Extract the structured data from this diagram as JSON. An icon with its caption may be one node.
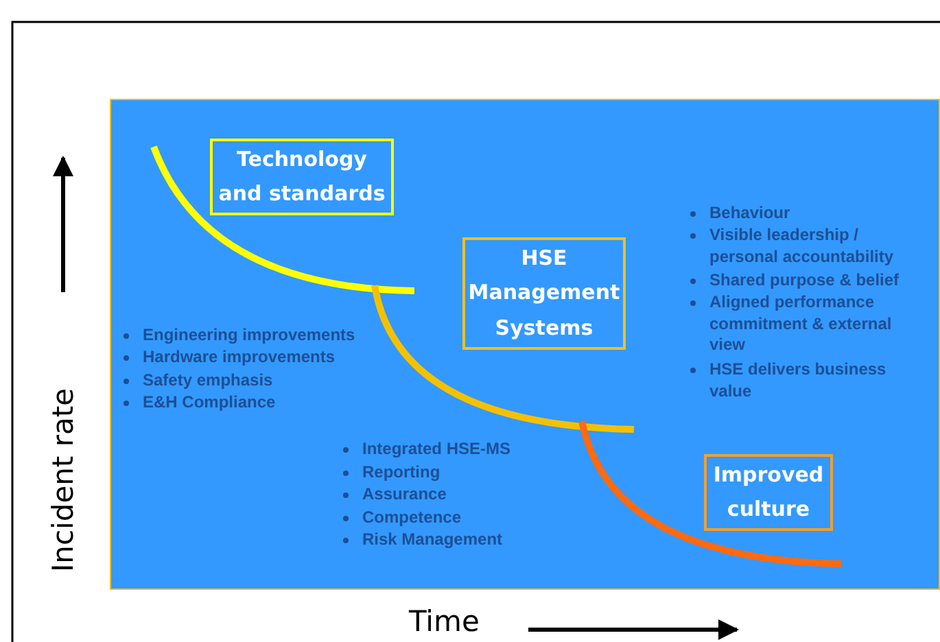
{
  "diagram": {
    "nodes": [
      {
        "text": [],
        "shape": "box"
      },
      {
        "text": [
          "Technology and standards"
        ],
        "in": 0
      },
      {
        "text": [
          "HSE Management Systems"
        ],
        "in": 0
      },
      {
        "text": [
          "Improved culture"
        ],
        "in": 0
      }
    ],
    "edges": [],
    "labels": [
      "Engineering improvements",
      "Hardware improvements",
      "Safety emphasis",
      "E&H Compliance",
      "Integrated HSE-MS",
      "Reporting",
      "Assurance",
      "Competence",
      "Risk Management",
      "Behaviour",
      "Visible leadership / personal accountability",
      "Shared purpose & belief",
      "Aligned performance commitment & external view",
      "HSE delivers business value",
      "Incident rate",
      "Time"
    ]
  }
}
